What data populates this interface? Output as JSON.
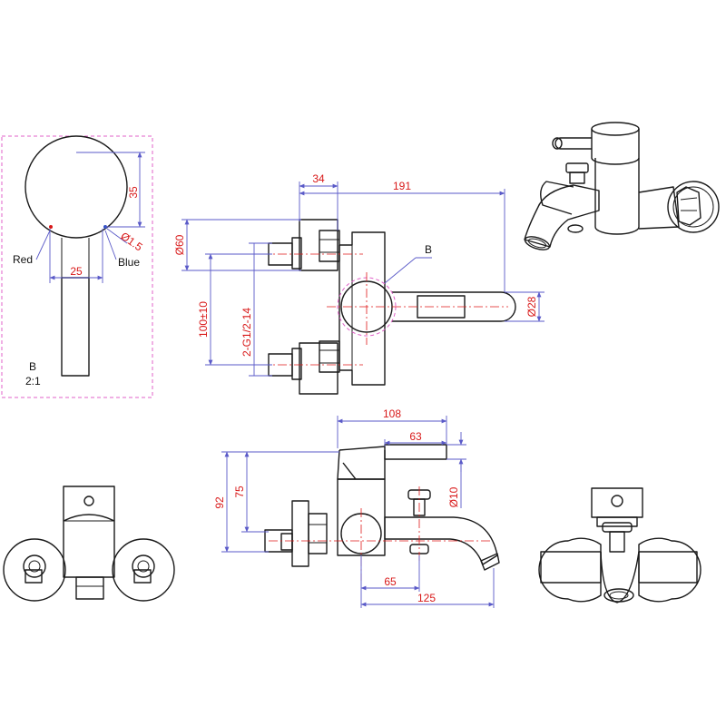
{
  "detail": {
    "label_red": "Red",
    "label_blue": "Blue",
    "dim_35": "35",
    "dim_25": "25",
    "dim_hole": "Ø1.5",
    "view_name": "B",
    "scale": "2:1"
  },
  "top_view": {
    "dim_34": "34",
    "dim_191": "191",
    "dim_60": "Ø60",
    "dim_100": "100±10",
    "dim_thread": "2-G1/2-14",
    "dim_28": "Ø28",
    "callout_b": "B"
  },
  "front_view": {
    "dim_108": "108",
    "dim_63": "63",
    "dim_92": "92",
    "dim_75": "75",
    "dim_10": "Ø10",
    "dim_65": "65",
    "dim_125": "125"
  },
  "colors": {
    "dimension_text": "#d81818",
    "dimension_line": "#5a5ac8",
    "centerline": "#e01a1a",
    "detail_frame": "#e060c8",
    "outline": "#1a1a1a"
  }
}
